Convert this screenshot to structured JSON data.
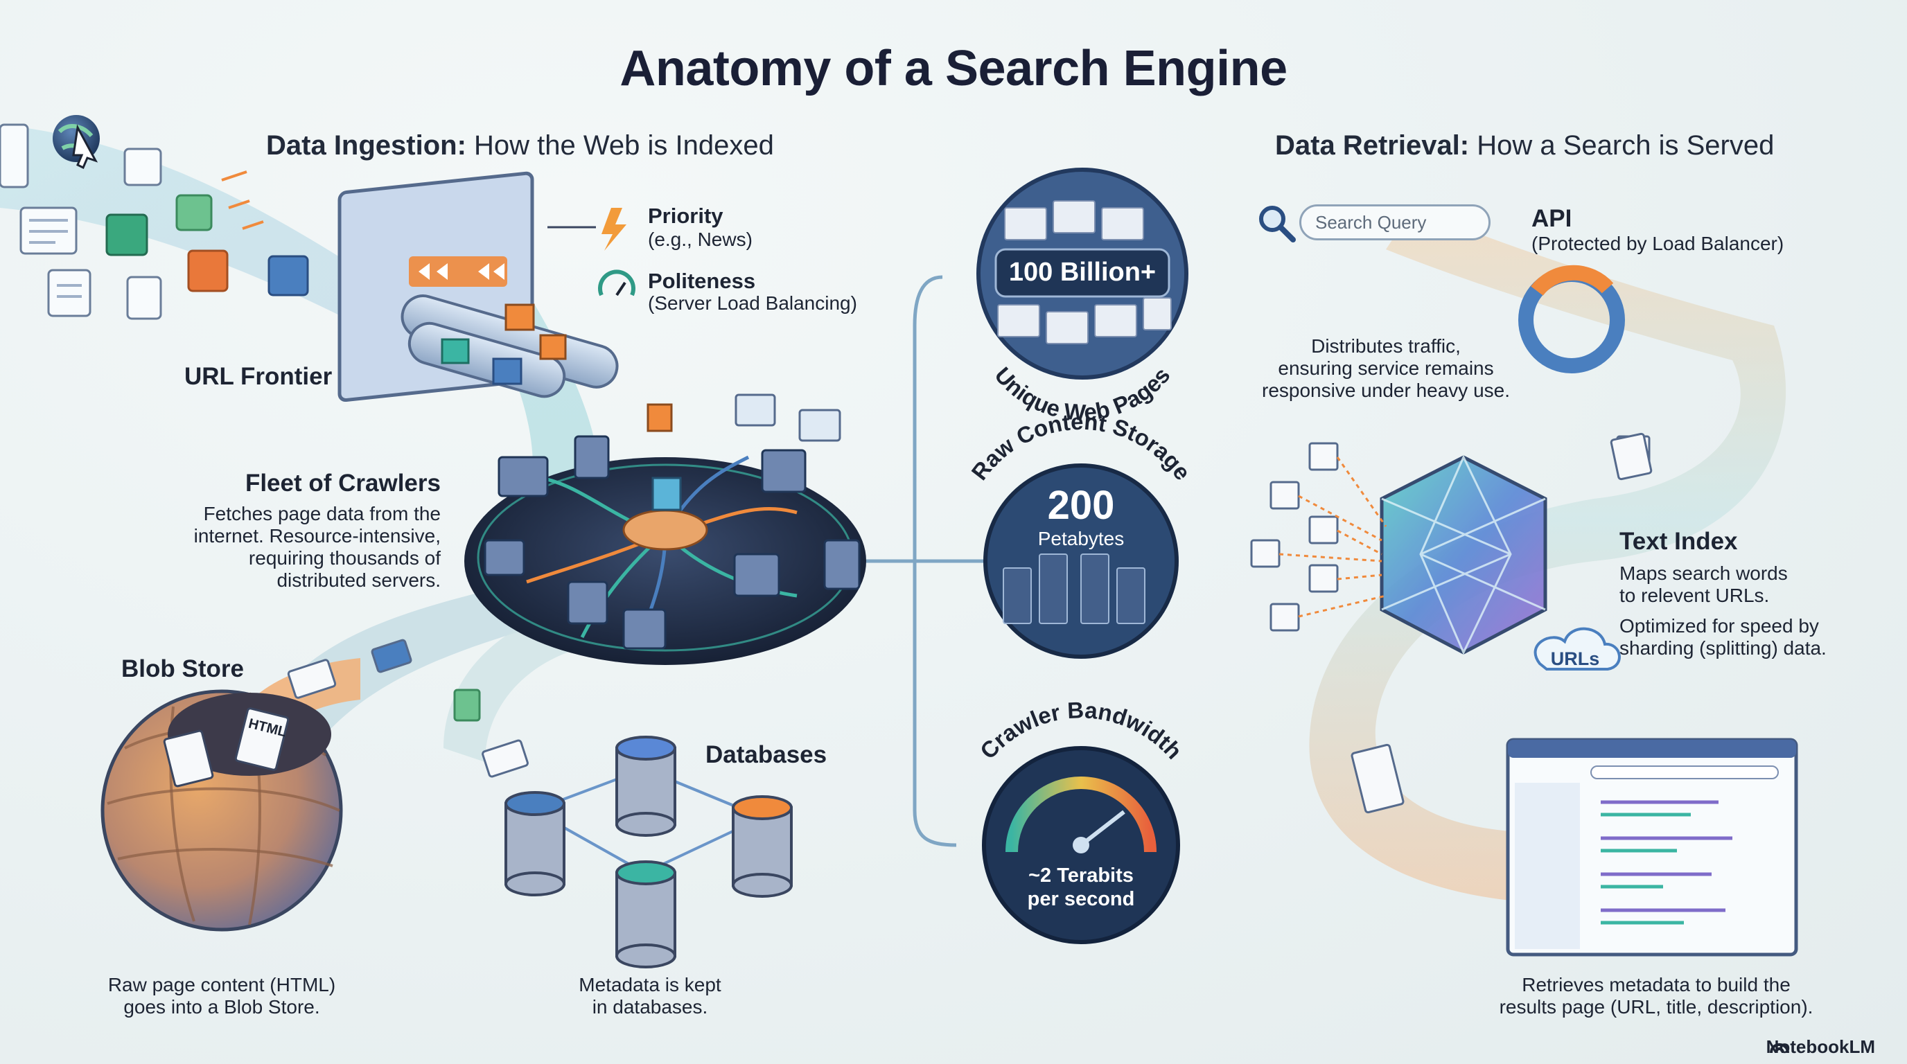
{
  "title": "Anatomy of a Search Engine",
  "ingestion": {
    "heading_bold": "Data Ingestion:",
    "heading_rest": " How the Web is Indexed"
  },
  "retrieval": {
    "heading_bold": "Data Retrieval:",
    "heading_rest": " How a Search is Served"
  },
  "priority": {
    "label": "Priority",
    "sub": "(e.g., News)"
  },
  "politeness": {
    "label": "Politeness",
    "sub": "(Server Load Balancing)"
  },
  "url_frontier": {
    "label": "URL Frontier"
  },
  "crawlers": {
    "label": "Fleet of Crawlers",
    "desc": [
      "Fetches page data from the",
      "internet. Resource-intensive,",
      "requiring thousands of",
      "distributed servers."
    ]
  },
  "blob_store": {
    "label": "Blob Store",
    "desc": [
      "Raw page content (HTML)",
      "goes into a Blob Store."
    ],
    "paper_text": "HTML"
  },
  "databases": {
    "label": "Databases",
    "desc": [
      "Metadata is kept",
      "in databases."
    ]
  },
  "stats": {
    "pages": {
      "value": "100 Billion+",
      "caption": "Unique Web Pages"
    },
    "storage": {
      "caption": "Raw Content Storage",
      "value": "200",
      "unit": "Petabytes"
    },
    "bandwidth": {
      "caption": "Crawler Bandwidth",
      "value": "~2 Terabits",
      "unit": "per second"
    }
  },
  "search": {
    "placeholder": "Search Query"
  },
  "api": {
    "label": "API",
    "sub": "(Protected by Load Balancer)",
    "desc": [
      "Distributes traffic,",
      "ensuring service remains",
      "responsive under heavy use."
    ]
  },
  "text_index": {
    "label": "Text Index",
    "desc1": [
      "Maps search words",
      "to relevent URLs."
    ],
    "desc2": [
      "Optimized for speed by",
      "sharding (splitting) data."
    ],
    "cloud": "URLs"
  },
  "results": {
    "desc": [
      "Retrieves metadata to build the",
      "results page (URL, title, description)."
    ]
  },
  "brand": "NotebookLM",
  "colors": {
    "orange": "#f08a3c",
    "teal": "#3bb5a3",
    "blue": "#4a7fbf",
    "navy": "#1f3556",
    "purple": "#8f6cc9"
  }
}
